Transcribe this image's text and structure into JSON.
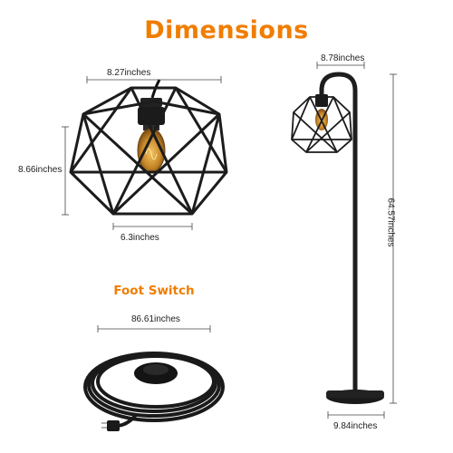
{
  "header": {
    "title": "Dimensions"
  },
  "shade": {
    "width_label": "8.27inches",
    "height_label": "8.66inches",
    "bottom_label": "6.3inches"
  },
  "lamp": {
    "reach_label": "8.78inches",
    "height_label": "64.57inches",
    "base_label": "9.84inches"
  },
  "foot_switch": {
    "title": "Foot Switch",
    "cord_label": "86.61inches"
  },
  "colors": {
    "accent": "#F07D00",
    "lamp_black": "#1e1e1e",
    "bulb_amber": "#c98a2a"
  }
}
